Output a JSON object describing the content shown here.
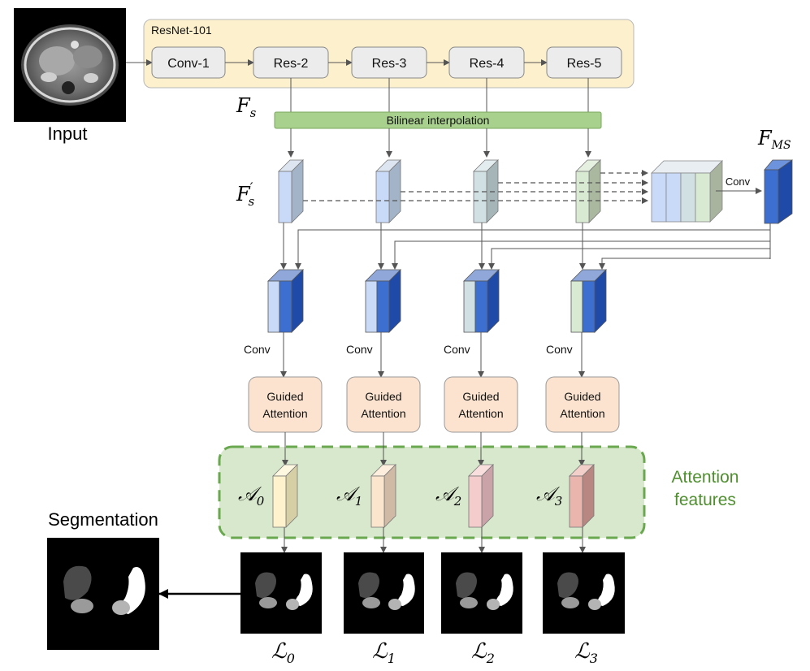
{
  "input_label": "Input",
  "backbone": {
    "title": "ResNet-101",
    "blocks": [
      "Conv-1",
      "Res-2",
      "Res-3",
      "Res-4",
      "Res-5"
    ]
  },
  "fs_label": {
    "main": "F",
    "sub": "s"
  },
  "bilinear_label": "Bilinear interpolation",
  "fs_prime_label": {
    "main": "F",
    "prime": "′",
    "sub": "s"
  },
  "fms_label": {
    "main": "F",
    "sub": "MS"
  },
  "conv_label": "Conv",
  "branch_conv_labels": [
    "Conv",
    "Conv",
    "Conv",
    "Conv"
  ],
  "guided_attention": [
    {
      "line1": "Guided",
      "line2": "Attention"
    },
    {
      "line1": "Guided",
      "line2": "Attention"
    },
    {
      "line1": "Guided",
      "line2": "Attention"
    },
    {
      "line1": "Guided",
      "line2": "Attention"
    }
  ],
  "attention_region_label": {
    "line1": "Attention",
    "line2": "features"
  },
  "attention_maps": [
    {
      "main": "𝒜",
      "sub": "0"
    },
    {
      "main": "𝒜",
      "sub": "1"
    },
    {
      "main": "𝒜",
      "sub": "2"
    },
    {
      "main": "𝒜",
      "sub": "3"
    }
  ],
  "segmentation_label": "Segmentation",
  "loss_labels": [
    {
      "main": "ℒ",
      "sub": "0"
    },
    {
      "main": "ℒ",
      "sub": "1"
    },
    {
      "main": "ℒ",
      "sub": "2"
    },
    {
      "main": "ℒ",
      "sub": "3"
    }
  ],
  "colors": {
    "backbone_bg": "#fdf0cc",
    "block_bg": "#ececec",
    "bilinear_bg": "#a9d18e",
    "guided_bg": "#fbe3cf",
    "attention_region_bg": "#d8e8cc",
    "attention_region_border": "#6aa84f",
    "attention_text": "#4e8f2e",
    "fms_blue": "#3d6fd1",
    "fs_prime_fronts": [
      "#c9daf8",
      "#c9daf8",
      "#d0e0e3",
      "#d9ead3"
    ],
    "attention_fronts": [
      "#fff2cc",
      "#fce5cd",
      "#f4cccc",
      "#eab5ad"
    ]
  }
}
